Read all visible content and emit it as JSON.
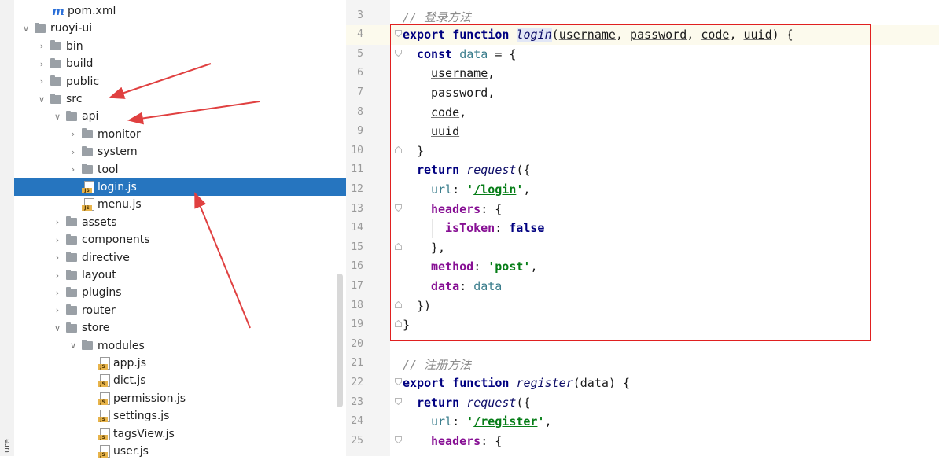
{
  "tool_window": {
    "label": "ure"
  },
  "project_tree": {
    "items": [
      {
        "label": "pom.xml",
        "depth": 2,
        "icon": "maven-m-icon",
        "chevron": "none"
      },
      {
        "label": "ruoyi-ui",
        "depth": 1,
        "icon": "folder-icon",
        "chevron": "expanded"
      },
      {
        "label": "bin",
        "depth": 2,
        "icon": "folder-icon",
        "chevron": "collapsed"
      },
      {
        "label": "build",
        "depth": 2,
        "icon": "folder-icon",
        "chevron": "collapsed"
      },
      {
        "label": "public",
        "depth": 2,
        "icon": "folder-icon",
        "chevron": "collapsed"
      },
      {
        "label": "src",
        "depth": 2,
        "icon": "folder-icon",
        "chevron": "expanded"
      },
      {
        "label": "api",
        "depth": 3,
        "icon": "folder-icon",
        "chevron": "expanded"
      },
      {
        "label": "monitor",
        "depth": 4,
        "icon": "folder-icon",
        "chevron": "collapsed"
      },
      {
        "label": "system",
        "depth": 4,
        "icon": "folder-icon",
        "chevron": "collapsed"
      },
      {
        "label": "tool",
        "depth": 4,
        "icon": "folder-icon",
        "chevron": "collapsed"
      },
      {
        "label": "login.js",
        "depth": 4,
        "icon": "js-file-icon",
        "chevron": "none",
        "selected": true
      },
      {
        "label": "menu.js",
        "depth": 4,
        "icon": "js-file-icon",
        "chevron": "none"
      },
      {
        "label": "assets",
        "depth": 3,
        "icon": "folder-icon",
        "chevron": "collapsed"
      },
      {
        "label": "components",
        "depth": 3,
        "icon": "folder-icon",
        "chevron": "collapsed"
      },
      {
        "label": "directive",
        "depth": 3,
        "icon": "folder-icon",
        "chevron": "collapsed"
      },
      {
        "label": "layout",
        "depth": 3,
        "icon": "folder-icon",
        "chevron": "collapsed"
      },
      {
        "label": "plugins",
        "depth": 3,
        "icon": "folder-icon",
        "chevron": "collapsed"
      },
      {
        "label": "router",
        "depth": 3,
        "icon": "folder-icon",
        "chevron": "collapsed"
      },
      {
        "label": "store",
        "depth": 3,
        "icon": "folder-icon",
        "chevron": "expanded"
      },
      {
        "label": "modules",
        "depth": 4,
        "icon": "folder-icon",
        "chevron": "expanded"
      },
      {
        "label": "app.js",
        "depth": 5,
        "icon": "js-file-icon",
        "chevron": "none"
      },
      {
        "label": "dict.js",
        "depth": 5,
        "icon": "js-file-icon",
        "chevron": "none"
      },
      {
        "label": "permission.js",
        "depth": 5,
        "icon": "js-file-icon",
        "chevron": "none"
      },
      {
        "label": "settings.js",
        "depth": 5,
        "icon": "js-file-icon",
        "chevron": "none"
      },
      {
        "label": "tagsView.js",
        "depth": 5,
        "icon": "js-file-icon",
        "chevron": "none"
      },
      {
        "label": "user.js",
        "depth": 5,
        "icon": "js-file-icon",
        "chevron": "none"
      }
    ]
  },
  "js_badge": "JS",
  "maven_badge": "m",
  "editor": {
    "current_line": 4,
    "lines": [
      {
        "n": "3",
        "indent": 0,
        "tokens": [
          {
            "t": "// 登录方法",
            "c": "comment"
          }
        ]
      },
      {
        "n": "4",
        "indent": 0,
        "fold": "open",
        "tokens": [
          {
            "t": "export ",
            "c": "kw"
          },
          {
            "t": "function ",
            "c": "kw"
          },
          {
            "t": "login",
            "c": "fn-hl"
          },
          {
            "t": "(",
            "c": "punct"
          },
          {
            "t": "username",
            "c": "param"
          },
          {
            "t": ", ",
            "c": "punct"
          },
          {
            "t": "password",
            "c": "param"
          },
          {
            "t": ", ",
            "c": "punct"
          },
          {
            "t": "code",
            "c": "param"
          },
          {
            "t": ", ",
            "c": "punct"
          },
          {
            "t": "uuid",
            "c": "param"
          },
          {
            "t": ") {",
            "c": "punct"
          }
        ]
      },
      {
        "n": "5",
        "indent": 1,
        "fold": "open",
        "tokens": [
          {
            "t": "const ",
            "c": "kw"
          },
          {
            "t": "data",
            "c": "var"
          },
          {
            "t": " = {",
            "c": "punct"
          }
        ]
      },
      {
        "n": "6",
        "indent": 2,
        "tokens": [
          {
            "t": "username",
            "c": "param"
          },
          {
            "t": ",",
            "c": "punct"
          }
        ]
      },
      {
        "n": "7",
        "indent": 2,
        "tokens": [
          {
            "t": "password",
            "c": "param"
          },
          {
            "t": ",",
            "c": "punct"
          }
        ]
      },
      {
        "n": "8",
        "indent": 2,
        "tokens": [
          {
            "t": "code",
            "c": "param"
          },
          {
            "t": ",",
            "c": "punct"
          }
        ]
      },
      {
        "n": "9",
        "indent": 2,
        "tokens": [
          {
            "t": "uuid",
            "c": "param"
          }
        ]
      },
      {
        "n": "10",
        "indent": 1,
        "fold": "close",
        "tokens": [
          {
            "t": "}",
            "c": "punct"
          }
        ]
      },
      {
        "n": "11",
        "indent": 1,
        "tokens": [
          {
            "t": "return ",
            "c": "kw"
          },
          {
            "t": "request",
            "c": "fn"
          },
          {
            "t": "({",
            "c": "punct"
          }
        ]
      },
      {
        "n": "12",
        "indent": 2,
        "tokens": [
          {
            "t": "url",
            "c": "var"
          },
          {
            "t": ": ",
            "c": "punct"
          },
          {
            "t": "'/login'",
            "c": "str",
            "inner": "/login"
          },
          {
            "t": ",",
            "c": "punct"
          }
        ]
      },
      {
        "n": "13",
        "indent": 2,
        "fold": "open",
        "tokens": [
          {
            "t": "headers",
            "c": "prop"
          },
          {
            "t": ": {",
            "c": "punct"
          }
        ]
      },
      {
        "n": "14",
        "indent": 3,
        "tokens": [
          {
            "t": "isToken",
            "c": "prop"
          },
          {
            "t": ": ",
            "c": "punct"
          },
          {
            "t": "false",
            "c": "kw"
          }
        ]
      },
      {
        "n": "15",
        "indent": 2,
        "fold": "close",
        "tokens": [
          {
            "t": "},",
            "c": "punct"
          }
        ]
      },
      {
        "n": "16",
        "indent": 2,
        "tokens": [
          {
            "t": "method",
            "c": "prop"
          },
          {
            "t": ": ",
            "c": "punct"
          },
          {
            "t": "'post'",
            "c": "str"
          },
          {
            "t": ",",
            "c": "punct"
          }
        ]
      },
      {
        "n": "17",
        "indent": 2,
        "tokens": [
          {
            "t": "data",
            "c": "prop"
          },
          {
            "t": ": ",
            "c": "punct"
          },
          {
            "t": "data",
            "c": "var"
          }
        ]
      },
      {
        "n": "18",
        "indent": 1,
        "fold": "close",
        "tokens": [
          {
            "t": "})",
            "c": "punct"
          }
        ]
      },
      {
        "n": "19",
        "indent": 0,
        "fold": "close",
        "tokens": [
          {
            "t": "}",
            "c": "punct"
          }
        ]
      },
      {
        "n": "20",
        "indent": 0,
        "tokens": []
      },
      {
        "n": "21",
        "indent": 0,
        "tokens": [
          {
            "t": "// 注册方法",
            "c": "comment"
          }
        ]
      },
      {
        "n": "22",
        "indent": 0,
        "fold": "open",
        "tokens": [
          {
            "t": "export ",
            "c": "kw"
          },
          {
            "t": "function ",
            "c": "kw"
          },
          {
            "t": "register",
            "c": "fn"
          },
          {
            "t": "(",
            "c": "punct"
          },
          {
            "t": "data",
            "c": "param"
          },
          {
            "t": ") {",
            "c": "punct"
          }
        ]
      },
      {
        "n": "23",
        "indent": 1,
        "fold": "open",
        "tokens": [
          {
            "t": "return ",
            "c": "kw"
          },
          {
            "t": "request",
            "c": "fn"
          },
          {
            "t": "({",
            "c": "punct"
          }
        ]
      },
      {
        "n": "24",
        "indent": 2,
        "tokens": [
          {
            "t": "url",
            "c": "var"
          },
          {
            "t": ": ",
            "c": "punct"
          },
          {
            "t": "'/register'",
            "c": "str",
            "inner": "/register"
          },
          {
            "t": ",",
            "c": "punct"
          }
        ]
      },
      {
        "n": "25",
        "indent": 2,
        "fold": "open",
        "tokens": [
          {
            "t": "headers",
            "c": "prop"
          },
          {
            "t": ": {",
            "c": "punct"
          }
        ]
      }
    ]
  },
  "annotations": {
    "box_color": "#e02020",
    "arrow_color": "#e04040"
  },
  "colors": {
    "selection": "#2675bf",
    "keyword": "#000080",
    "string": "#067d17",
    "property": "#871094",
    "comment": "#8c8c8c"
  }
}
